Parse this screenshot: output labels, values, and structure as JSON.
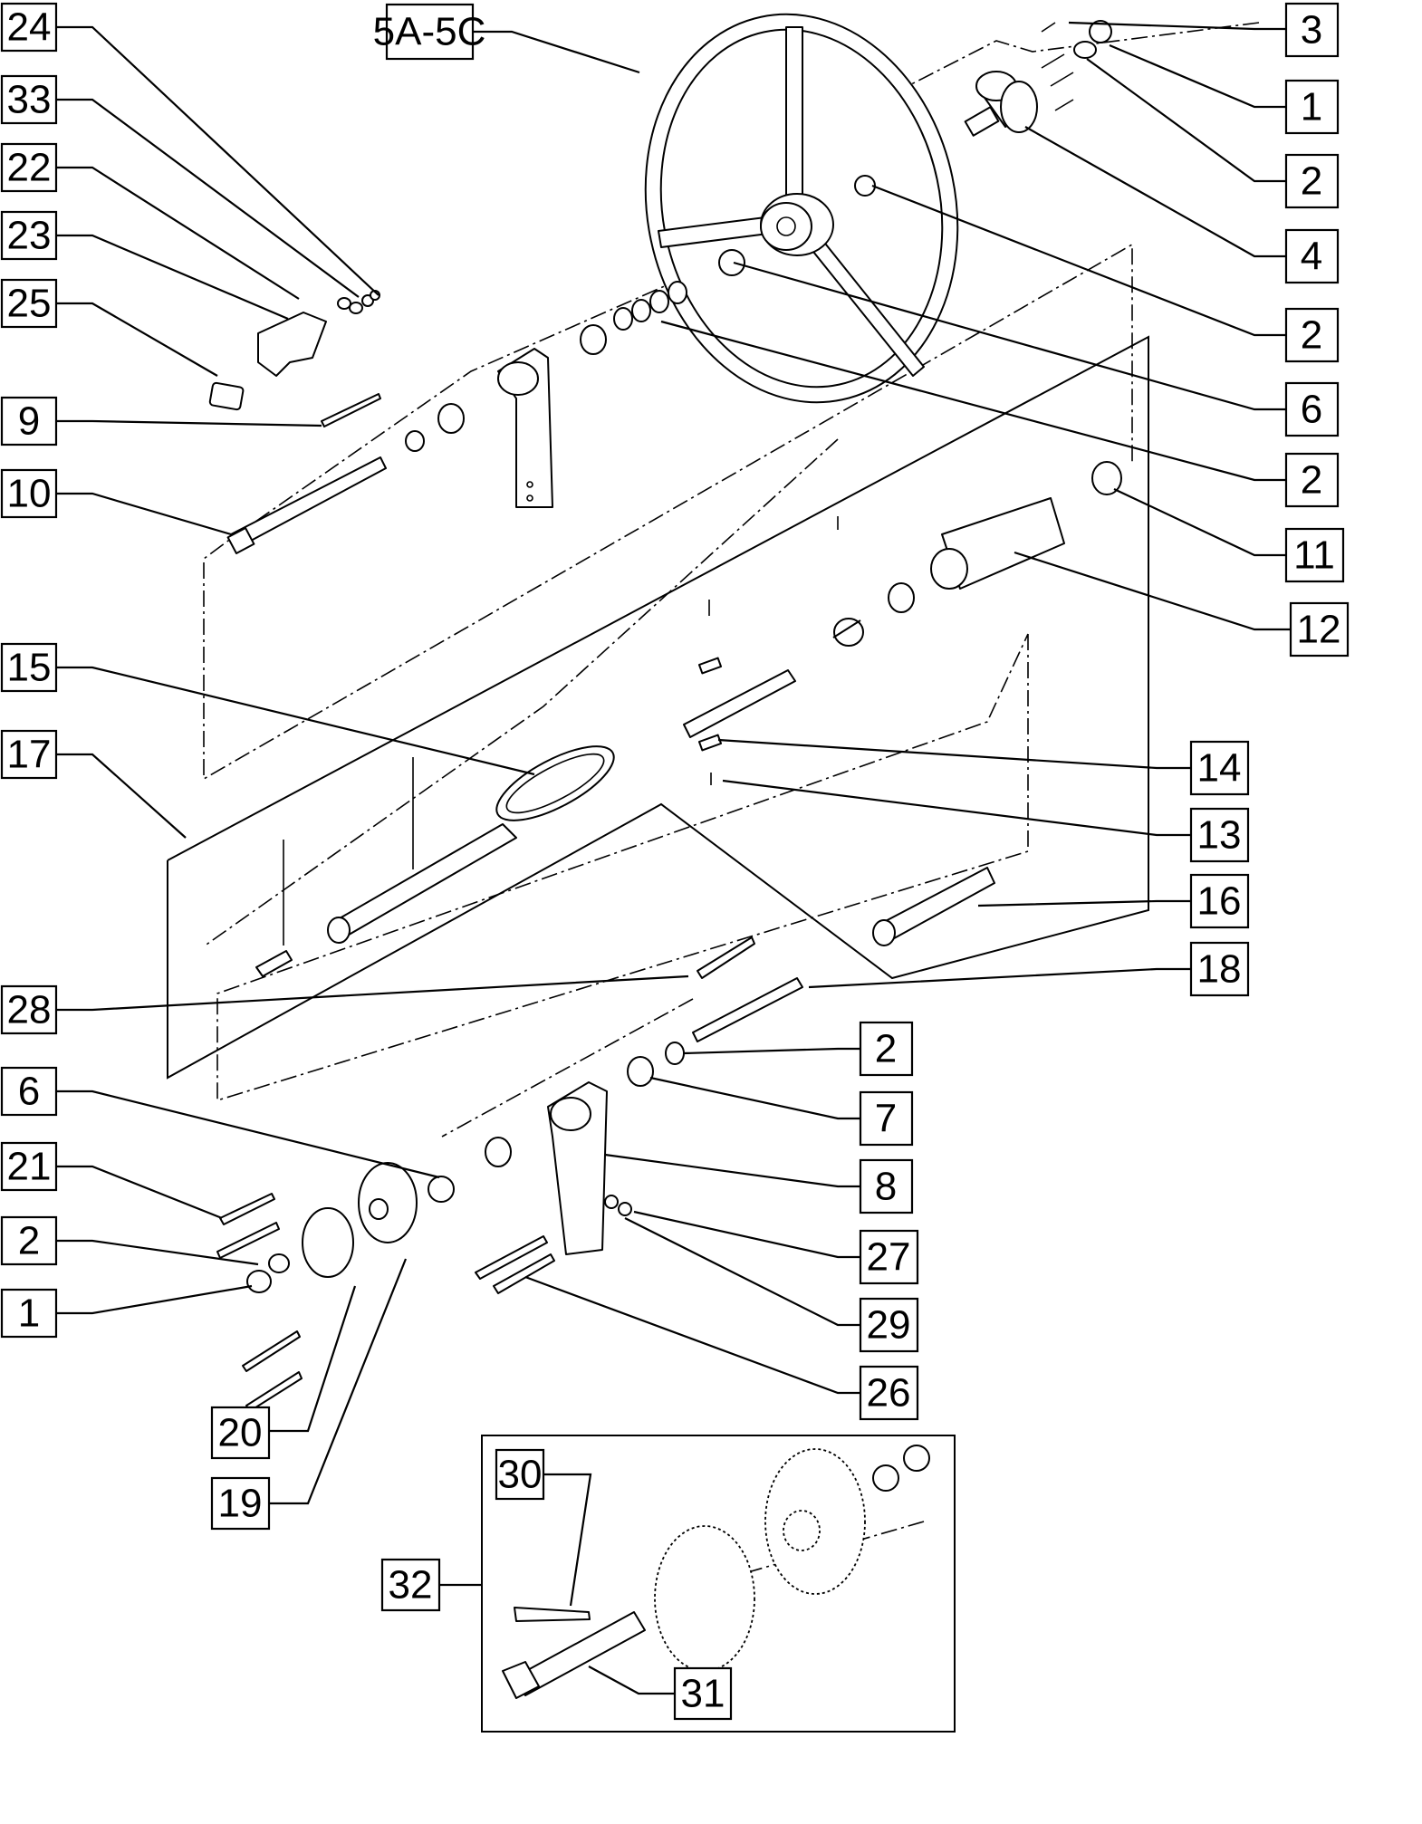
{
  "diagram": {
    "labels": [
      {
        "id": "l24",
        "text": "24"
      },
      {
        "id": "l33",
        "text": "33"
      },
      {
        "id": "l22",
        "text": "22"
      },
      {
        "id": "l23",
        "text": "23"
      },
      {
        "id": "l25",
        "text": "25"
      },
      {
        "id": "l9",
        "text": "9"
      },
      {
        "id": "l10",
        "text": "10"
      },
      {
        "id": "l15",
        "text": "15"
      },
      {
        "id": "l17",
        "text": "17"
      },
      {
        "id": "l28",
        "text": "28"
      },
      {
        "id": "l6a",
        "text": "6"
      },
      {
        "id": "l21",
        "text": "21"
      },
      {
        "id": "l2a",
        "text": "2"
      },
      {
        "id": "l1a",
        "text": "1"
      },
      {
        "id": "l20",
        "text": "20"
      },
      {
        "id": "l19",
        "text": "19"
      },
      {
        "id": "l5a",
        "text": "5A-5C"
      },
      {
        "id": "l3",
        "text": "3"
      },
      {
        "id": "l1b",
        "text": "1"
      },
      {
        "id": "l2b",
        "text": "2"
      },
      {
        "id": "l4",
        "text": "4"
      },
      {
        "id": "l2c",
        "text": "2"
      },
      {
        "id": "l6b",
        "text": "6"
      },
      {
        "id": "l2d",
        "text": "2"
      },
      {
        "id": "l11",
        "text": "11"
      },
      {
        "id": "l12",
        "text": "12"
      },
      {
        "id": "l14",
        "text": "14"
      },
      {
        "id": "l13",
        "text": "13"
      },
      {
        "id": "l16",
        "text": "16"
      },
      {
        "id": "l18",
        "text": "18"
      },
      {
        "id": "l2e",
        "text": "2"
      },
      {
        "id": "l7",
        "text": "7"
      },
      {
        "id": "l8",
        "text": "8"
      },
      {
        "id": "l27",
        "text": "27"
      },
      {
        "id": "l29",
        "text": "29"
      },
      {
        "id": "l26",
        "text": "26"
      },
      {
        "id": "l30",
        "text": "30"
      },
      {
        "id": "l32",
        "text": "32"
      },
      {
        "id": "l31",
        "text": "31"
      }
    ]
  }
}
